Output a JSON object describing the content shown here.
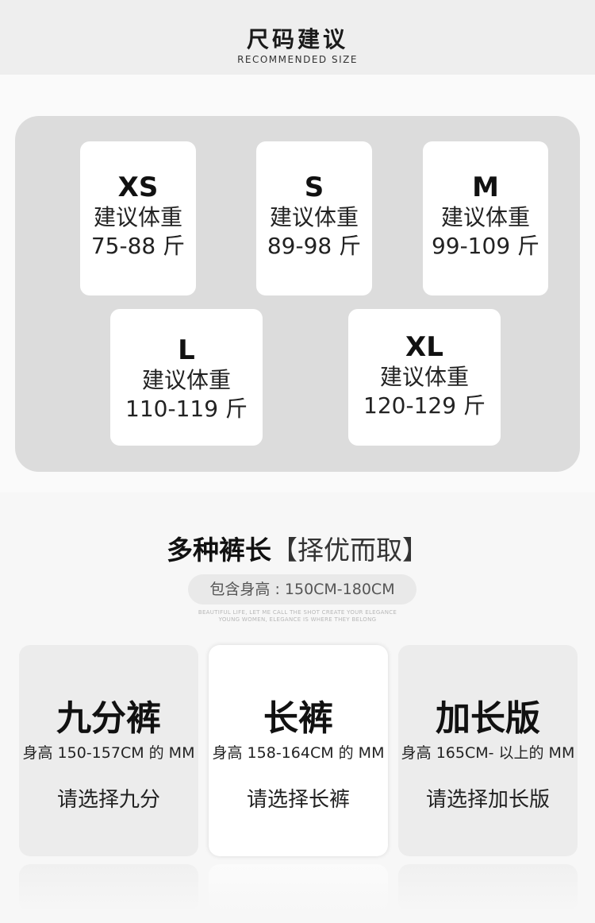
{
  "header": {
    "title": "尺码建议",
    "subtitle": "RECOMMENDED SIZE"
  },
  "sizes": [
    {
      "code": "XS",
      "label": "建议体重",
      "range": "75-88 斤"
    },
    {
      "code": "S",
      "label": "建议体重",
      "range": "89-98 斤"
    },
    {
      "code": "M",
      "label": "建议体重",
      "range": "99-109 斤"
    },
    {
      "code": "L",
      "label": "建议体重",
      "range": "110-119 斤"
    },
    {
      "code": "XL",
      "label": "建议体重",
      "range": "120-129 斤"
    }
  ],
  "lengths": {
    "title_bold": "多种裤长",
    "title_light": "【择优而取】",
    "height_pill": "包含身高 : 150CM-180CM",
    "tiny_line1": "BEAUTIFUL LIFE, LET ME CALL THE SHOT CREATE YOUR ELEGANCE",
    "tiny_line2": "YOUNG WOMEN, ELEGANCE IS WHERE THEY BELONG",
    "options": [
      {
        "name": "九分裤",
        "desc": "身高 150-157CM 的 MM",
        "pick": "请选择九分"
      },
      {
        "name": "长裤",
        "desc": "身高 158-164CM 的 MM",
        "pick": "请选择长裤"
      },
      {
        "name": "加长版",
        "desc": "身高 165CM- 以上的 MM",
        "pick": "请选择加长版"
      }
    ]
  }
}
